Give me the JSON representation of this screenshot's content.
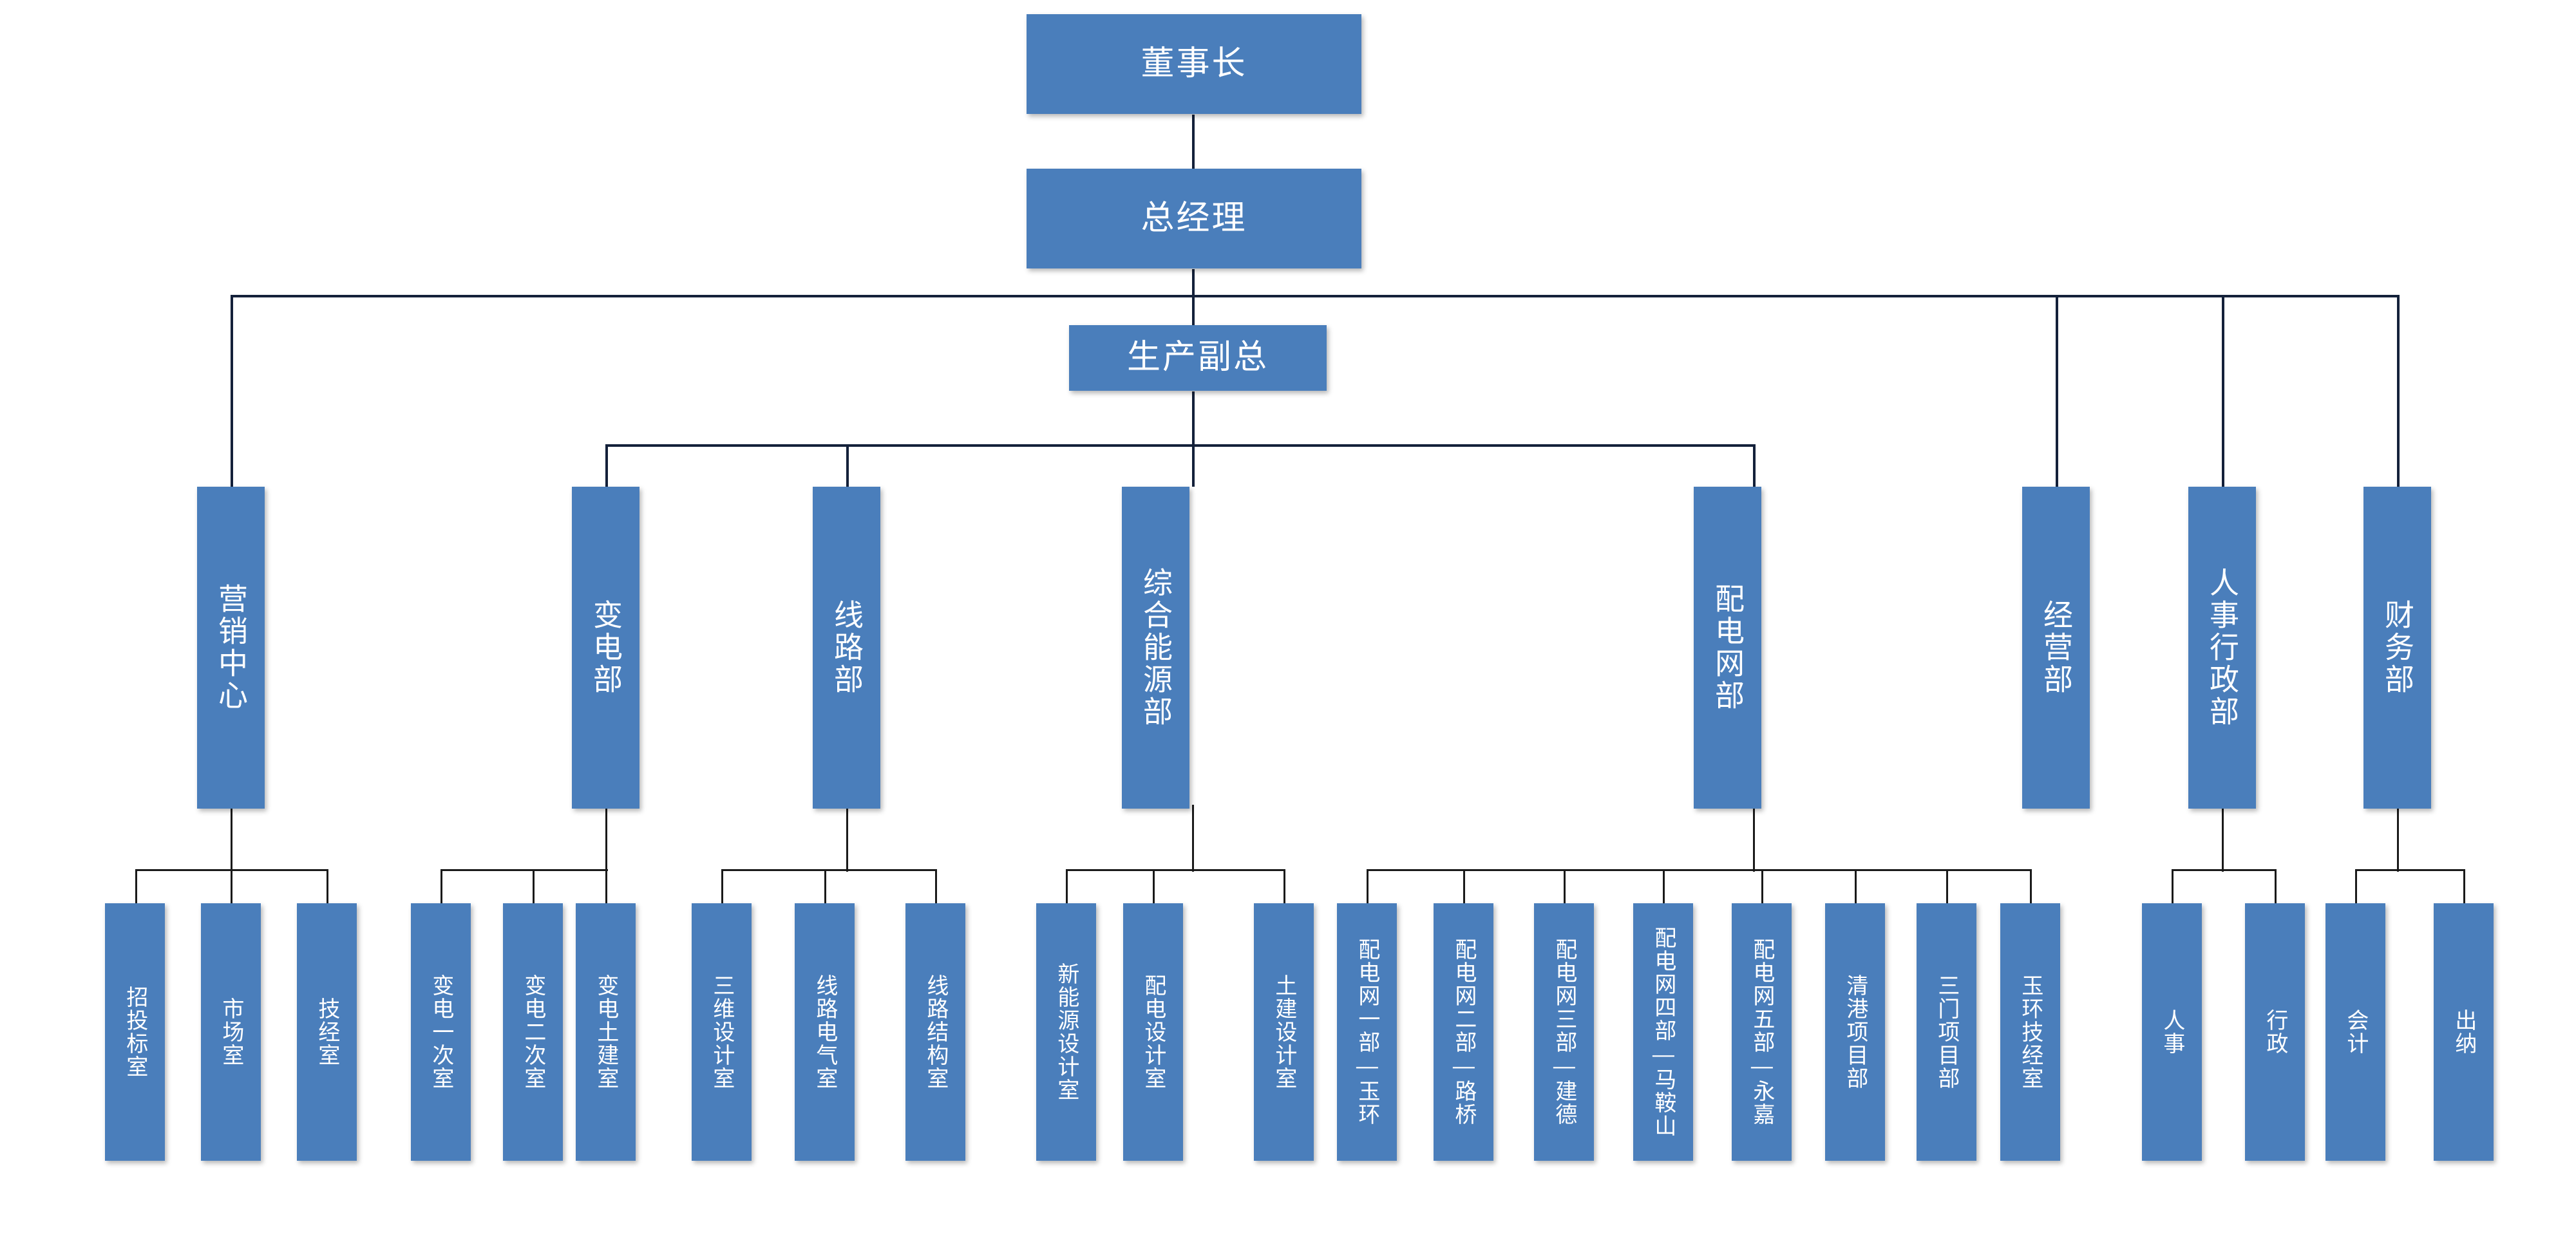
{
  "chart": {
    "title_text_absent": true,
    "accent_fill": "#4a7ebb",
    "line_color": "#14213a",
    "text_color": "#ffffff",
    "background": "#ffffff"
  },
  "executive": {
    "chairman": "董事长",
    "general_manager": "总经理",
    "production_vp": "生产副总"
  },
  "departments": [
    {
      "id": "marketing",
      "label": "营销中心"
    },
    {
      "id": "substation",
      "label": "变电部"
    },
    {
      "id": "line",
      "label": "线路部"
    },
    {
      "id": "energy",
      "label": "综合能源部"
    },
    {
      "id": "distnet",
      "label": "配电网部"
    },
    {
      "id": "operation",
      "label": "经营部"
    },
    {
      "id": "hr_admin",
      "label": "人事行政部"
    },
    {
      "id": "finance",
      "label": "财务部"
    }
  ],
  "sub_units": [
    {
      "id": "s01",
      "parent": "marketing",
      "label": "招投标室"
    },
    {
      "id": "s02",
      "parent": "marketing",
      "label": "市场室"
    },
    {
      "id": "s03",
      "parent": "marketing",
      "label": "技经室"
    },
    {
      "id": "s04",
      "parent": "substation",
      "label": "变电一次室"
    },
    {
      "id": "s05",
      "parent": "substation",
      "label": "变电二次室"
    },
    {
      "id": "s06",
      "parent": "substation",
      "label": "变电土建室"
    },
    {
      "id": "s07",
      "parent": "line",
      "label": "三维设计室"
    },
    {
      "id": "s08",
      "parent": "line",
      "label": "线路电气室"
    },
    {
      "id": "s09",
      "parent": "line",
      "label": "线路结构室"
    },
    {
      "id": "s10",
      "parent": "energy",
      "label": "新能源设计室"
    },
    {
      "id": "s11",
      "parent": "energy",
      "label": "配电设计室"
    },
    {
      "id": "s12",
      "parent": "energy",
      "label": "土建设计室"
    },
    {
      "id": "s13",
      "parent": "distnet",
      "label": "配电网一部—玉环"
    },
    {
      "id": "s14",
      "parent": "distnet",
      "label": "配电网二部—路桥"
    },
    {
      "id": "s15",
      "parent": "distnet",
      "label": "配电网三部—建德"
    },
    {
      "id": "s16",
      "parent": "distnet",
      "label": "配电网四部—马鞍山"
    },
    {
      "id": "s17",
      "parent": "distnet",
      "label": "配电网五部—永嘉"
    },
    {
      "id": "s18",
      "parent": "distnet",
      "label": "清港项目部"
    },
    {
      "id": "s19",
      "parent": "distnet",
      "label": "三门项目部"
    },
    {
      "id": "s20",
      "parent": "distnet",
      "label": "玉环技经室"
    },
    {
      "id": "s21",
      "parent": "hr_admin",
      "label": "人事"
    },
    {
      "id": "s22",
      "parent": "hr_admin",
      "label": "行政"
    },
    {
      "id": "s23",
      "parent": "finance",
      "label": "会计"
    },
    {
      "id": "s24",
      "parent": "finance",
      "label": "出纳"
    }
  ]
}
